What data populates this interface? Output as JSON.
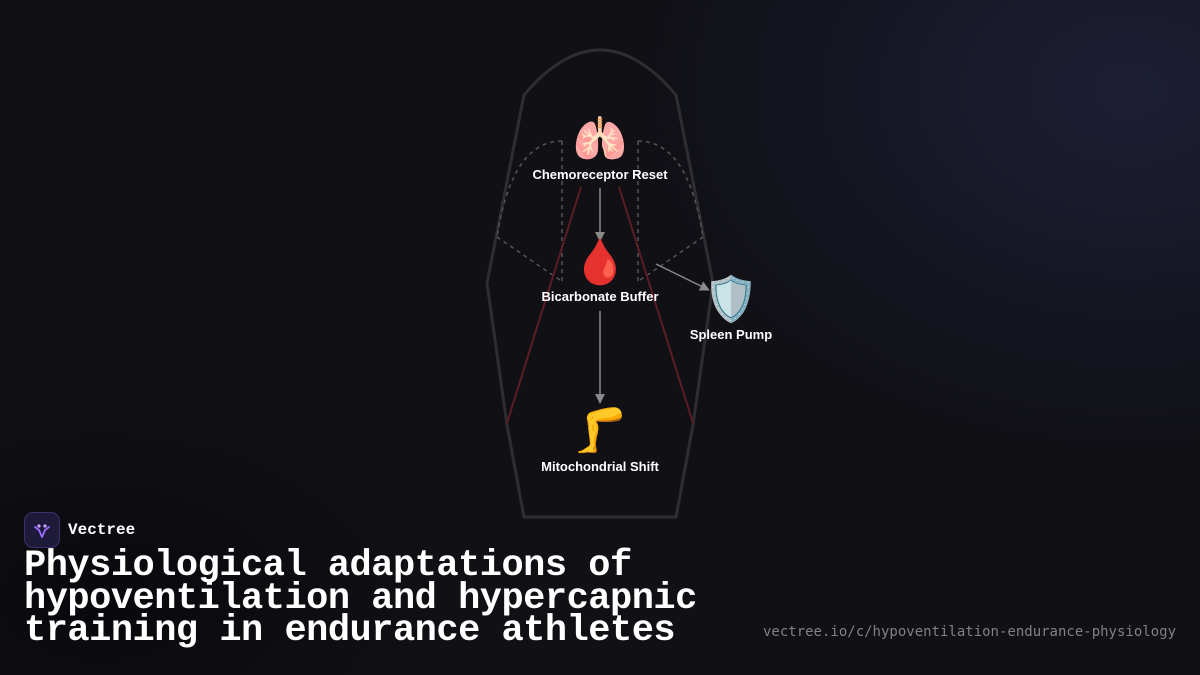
{
  "diagram": {
    "nodes": [
      {
        "id": "chemo",
        "icon": "lungs-icon",
        "emoji": "🫁",
        "label": "Chemoreceptor Reset"
      },
      {
        "id": "bicarb",
        "icon": "blood-drop-icon",
        "emoji": "🩸",
        "label": "Bicarbonate Buffer"
      },
      {
        "id": "spleen",
        "icon": "shield-icon",
        "emoji": "🛡️",
        "label": "Spleen Pump"
      },
      {
        "id": "mito",
        "icon": "leg-icon",
        "emoji": "🦵",
        "label": "Mitochondrial Shift"
      }
    ],
    "edges": [
      {
        "from": "chemo",
        "to": "bicarb"
      },
      {
        "from": "bicarb",
        "to": "spleen"
      },
      {
        "from": "bicarb",
        "to": "mito"
      }
    ]
  },
  "brand": {
    "name": "Vectree"
  },
  "title": "Physiological adaptations of hypoventilation and hypercapnic training in endurance athletes",
  "footer_url": "vectree.io/c/hypoventilation-endurance-physiology",
  "colors": {
    "background": "#101015",
    "outline": "#2e2e32",
    "arrow": "#8a8a8a",
    "accent_red": "#5a1e24"
  }
}
